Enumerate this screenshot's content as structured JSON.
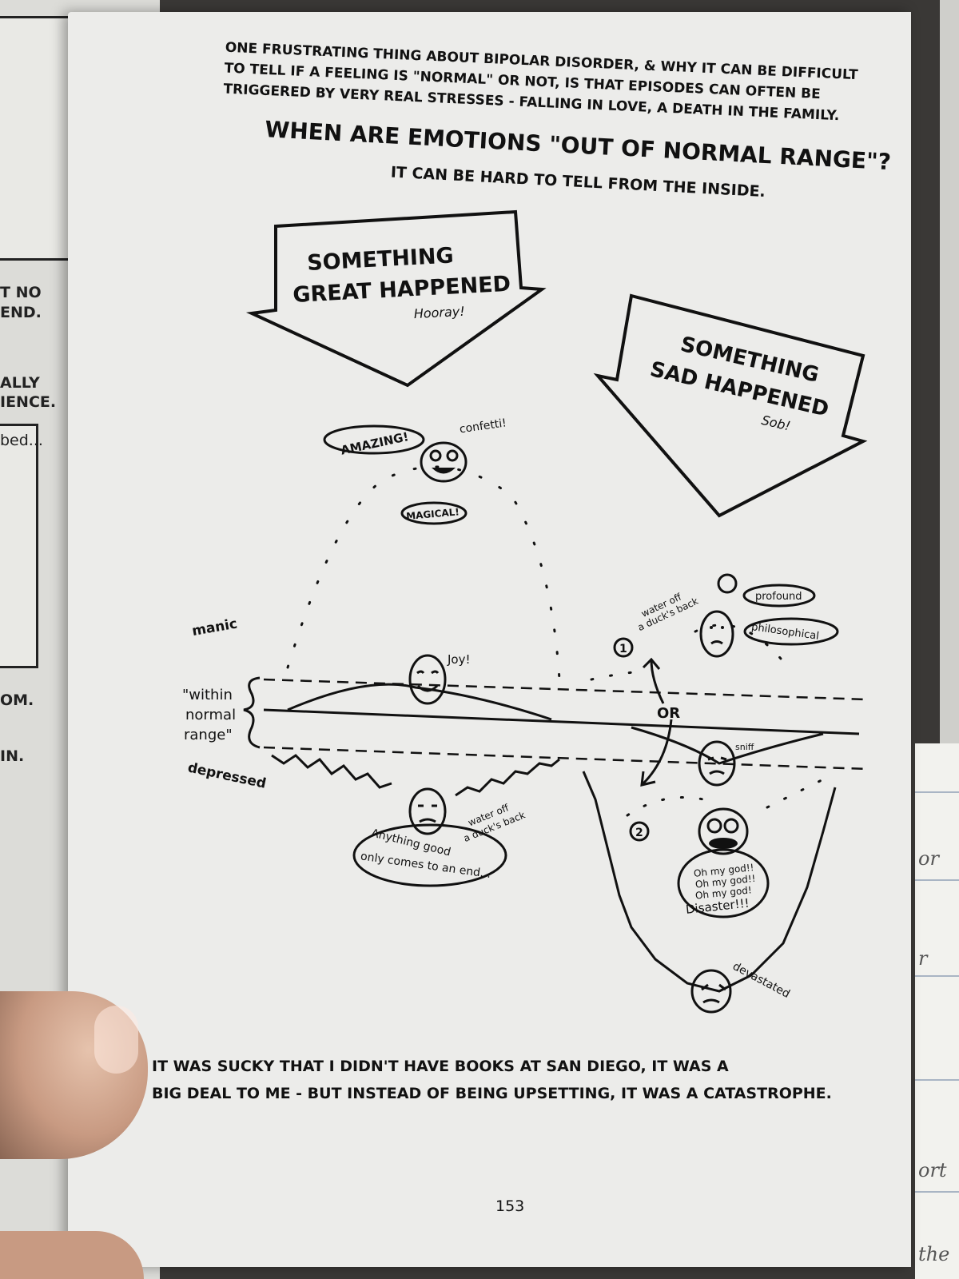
{
  "left_page_fragments": [
    "T NO",
    "END.",
    "ALLY",
    "IENCE.",
    "bed...",
    "OM.",
    "IN."
  ],
  "intro": [
    "ONE FRUSTRATING THING ABOUT BIPOLAR DISORDER, & WHY IT CAN BE DIFFICULT",
    "TO TELL IF A FEELING IS \"NORMAL\" OR NOT, IS THAT EPISODES CAN OFTEN BE",
    "TRIGGERED BY VERY REAL STRESSES - FALLING IN LOVE, A DEATH IN THE FAMILY."
  ],
  "heading": "WHEN ARE EMOTIONS \"OUT OF NORMAL RANGE\"?",
  "subheading": "IT CAN BE HARD TO TELL FROM THE INSIDE.",
  "great_arrow": {
    "line1": "SOMETHING",
    "line2": "GREAT HAPPENED",
    "exclaim": "Hooray!"
  },
  "sad_arrow": {
    "line1": "SOMETHING",
    "line2": "SAD HAPPENED",
    "exclaim": "Sob!"
  },
  "labels": {
    "amazing": "AMAZING!",
    "confetti": "confetti!",
    "magical": "MAGICAL!",
    "manic": "manic",
    "joy": "Joy!",
    "within1": "\"within",
    "within2": "normal",
    "within3": "range\"",
    "depressed": "depressed",
    "water_off_1": "water off",
    "ducks_back_1": "a duck's back",
    "anything1": "Anything good",
    "anything2": "only comes to an end...",
    "water_off_2": "water off",
    "ducks_back_2": "a duck's back",
    "profound": "profound",
    "philosophical": "philosophical",
    "num1": "1",
    "or": "OR",
    "sniff": "sniff",
    "num2": "2",
    "ohmygod1": "Oh my god!!",
    "ohmygod2": "Oh my god!!",
    "ohmygod3": "Oh my god!",
    "disaster": "Disaster!!!",
    "devastated": "devastated"
  },
  "closing": [
    "IT WAS SUCKY THAT I DIDN'T HAVE BOOKS AT SAN DIEGO, IT WAS A",
    "BIG DEAL TO ME - BUT INSTEAD OF BEING UPSETTING, IT WAS A CATASTROPHE."
  ],
  "page_number": "153",
  "notebook_fragments": [
    "or",
    "r",
    "ort",
    "the"
  ]
}
